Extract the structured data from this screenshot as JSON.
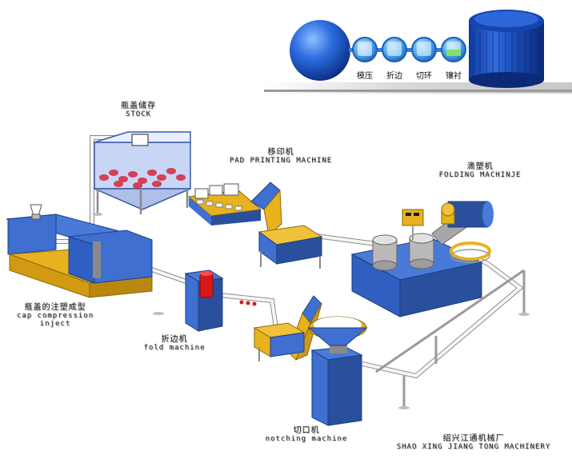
{
  "header": {
    "steps": [
      {
        "label": "模压"
      },
      {
        "label": "折边"
      },
      {
        "label": "切环"
      },
      {
        "label": "镶衬"
      }
    ]
  },
  "labels": {
    "stock_zh": "瓶盖储存",
    "stock_en": "STOCK",
    "pad_zh": "移印机",
    "pad_en": "PAD PRINTING MACHINE",
    "folding_zh": "滴塑机",
    "folding_en": "FOLDING MACHINJE",
    "inject_zh": "瓶盖的注塑成型",
    "inject_en1": "cap compression",
    "inject_en2": "inject",
    "fold_zh": "折边机",
    "fold_en": "fold machine",
    "notch_zh": "切口机",
    "notch_en": "notching machine",
    "company_zh": "绍兴江通机械厂",
    "company_en": "SHAO XING JIANG TONG MACHINERY"
  },
  "colors": {
    "machine_blue": "#3f6fd0",
    "machine_dark": "#2a4f9c",
    "machine_yellow": "#e8b21e",
    "pipe": "#f4f4f4",
    "frame": "#9a9a9a",
    "red_part": "#d71818",
    "cap_blue": "#1f56c4"
  }
}
